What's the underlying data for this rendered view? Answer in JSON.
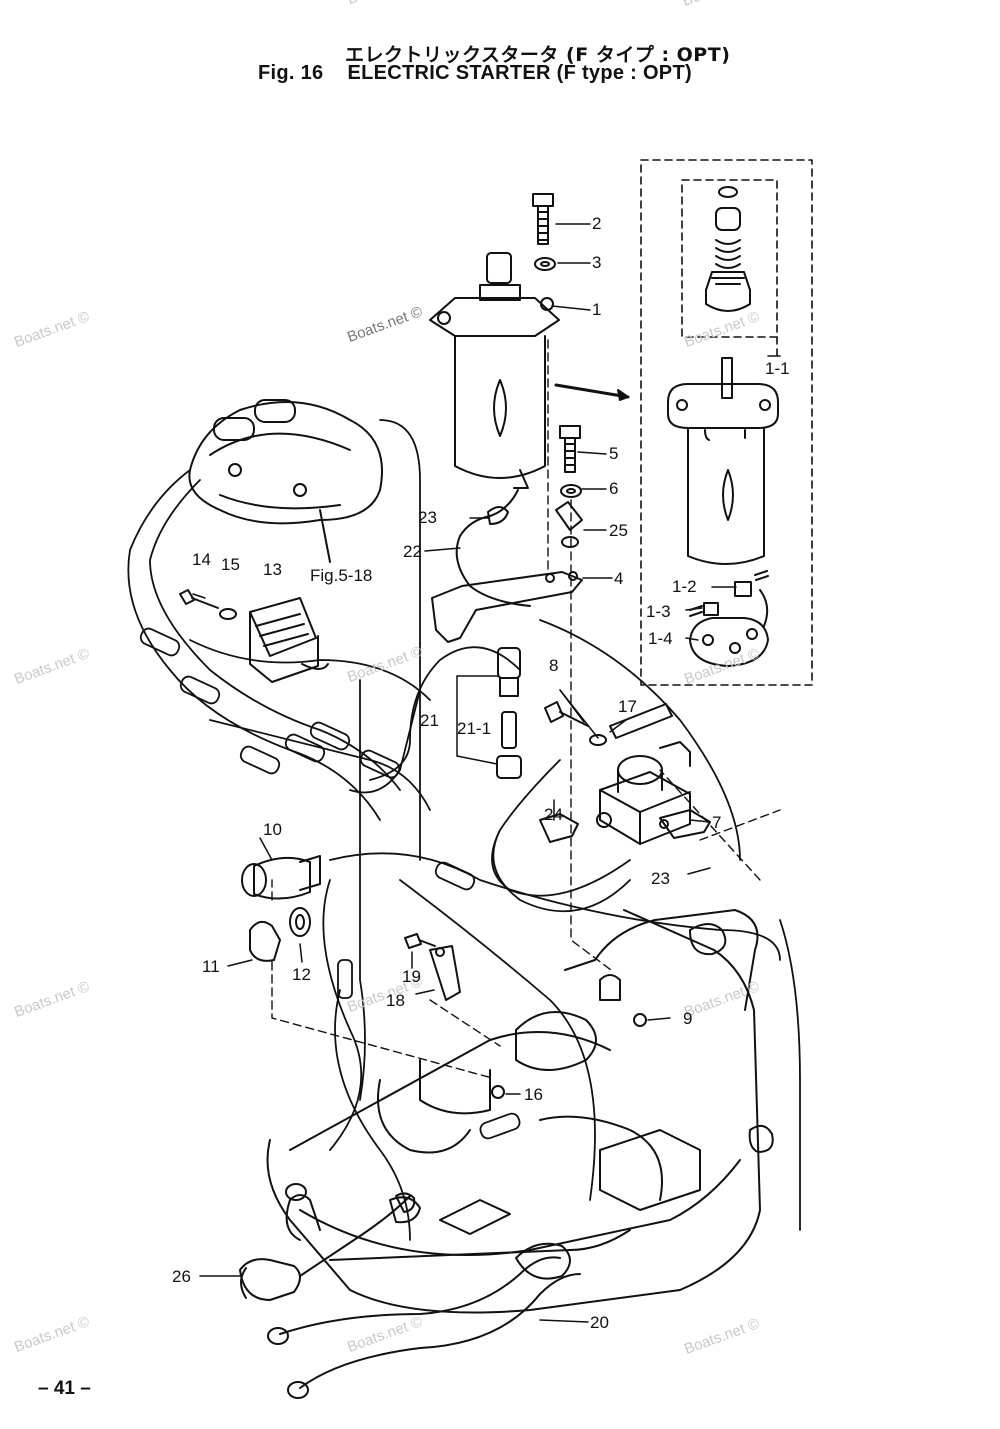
{
  "header": {
    "title_jp": "エレクトリックスタータ (F タイプ : OPT)",
    "fig_label": "Fig. 16",
    "title_en": "ELECTRIC STARTER (F type : OPT)"
  },
  "watermark": "Boats.net ©",
  "reference": "Fig.5-18",
  "page_number": "– 41 –",
  "callouts": {
    "c1": "1",
    "c1_1": "1-1",
    "c1_2": "1-2",
    "c1_3": "1-3",
    "c1_4": "1-4",
    "c2": "2",
    "c3": "3",
    "c4": "4",
    "c5": "5",
    "c6": "6",
    "c7": "7",
    "c8": "8",
    "c9": "9",
    "c10": "10",
    "c11": "11",
    "c12": "12",
    "c13": "13",
    "c14": "14",
    "c15": "15",
    "c16": "16",
    "c17": "17",
    "c18": "18",
    "c19": "19",
    "c20": "20",
    "c21": "21",
    "c21_1": "21-1",
    "c22": "22",
    "c23a": "23",
    "c23b": "23",
    "c24": "24",
    "c25": "25",
    "c26": "26"
  }
}
